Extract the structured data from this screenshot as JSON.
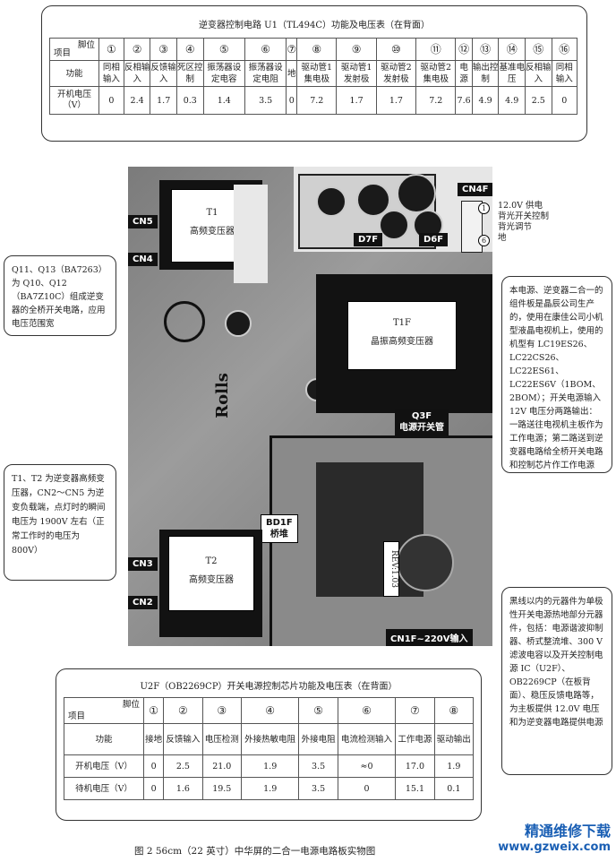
{
  "table1": {
    "title": "逆变器控制电路 U1（TL494C）功能及电压表（在背面）",
    "corner_top": "脚位",
    "corner_bottom": "项目",
    "pins": [
      "①",
      "②",
      "③",
      "④",
      "⑤",
      "⑥",
      "⑦",
      "⑧",
      "⑨",
      "⑩",
      "⑪",
      "⑫",
      "⑬",
      "⑭",
      "⑮",
      "⑯"
    ],
    "row1_label": "功能",
    "functions": [
      "同相输入",
      "反相输入",
      "反馈输入",
      "死区控制",
      "振荡器设定电容",
      "振荡器设定电阻",
      "地",
      "驱动管1集电极",
      "驱动管1发射极",
      "驱动管2发射极",
      "驱动管2集电极",
      "电源",
      "输出控制",
      "基准电压",
      "反相输入",
      "同相输入"
    ],
    "row2_label": "开机电压（V）",
    "voltages": [
      "0",
      "2.4",
      "1.7",
      "0.3",
      "1.4",
      "3.5",
      "0",
      "7.2",
      "1.7",
      "1.7",
      "7.2",
      "7.6",
      "4.9",
      "4.9",
      "2.5",
      "0"
    ]
  },
  "photo": {
    "t1": "T1",
    "t1_sub": "高频变压器",
    "t2": "T2",
    "t2_sub": "高频变压器",
    "t1f": "T1F",
    "t1f_sub": "晶振高频变压器",
    "cn5": "CN5",
    "cn4": "CN4",
    "cn3": "CN3",
    "cn2": "CN2",
    "cn4f": "CN4F",
    "d7f": "D7F",
    "d6f": "D6F",
    "q3f": "Q3F",
    "q3f_sub": "电源开关管",
    "bd1f": "BD1F",
    "bd1f_sub": "桥堆",
    "cn1f": "CN1F~220V输入",
    "rev": "REV:1.03",
    "rolls": "Rolls"
  },
  "cn4f_pins": {
    "p1": "1",
    "p6": "6",
    "labels": [
      "12.0V 供电",
      "背光开关控制",
      "背光调节",
      "地"
    ]
  },
  "notes": {
    "left_top": "Q11、Q13（BA7263）为 Q10、Q12（BA7Z10C）组成逆变器的全桥开关电路，应用电压范围宽",
    "left_mid": "T1、T2 为逆变器高频变压器，CN2～CN5 为逆变负载端，点灯时的瞬间电压为 1900V 左右（正常工作时的电压为 800V）",
    "right_top": "本电源、逆变器二合一的组件板是晶辰公司生产的，使用在康佳公司小机型液晶电视机上，使用的机型有 LC19ES26、LC22CS26、LC22ES61、LC22ES6V（1BOM、2BOM）；开关电源输入 12V 电压分两路输出：一路送往电视机主板作为工作电源；第二路送到逆变器电路给全桥开关电路和控制芯片作工作电源",
    "right_bottom": "黑线以内的元器件为单极性开关电源热地部分元器件，包括：电源谐波抑制器、桥式整流堆、300 V 滤波电容以及开关控制电源 IC（U2F）、OB2269CP（在板背面）、稳压反馈电路等，为主板提供 12.0V 电压和为逆变器电路提供电源"
  },
  "table2": {
    "title": "U2F（OB2269CP）开关电源控制芯片功能及电压表（在背面）",
    "corner_top": "脚位",
    "corner_bottom": "项目",
    "pins": [
      "①",
      "②",
      "③",
      "④",
      "⑤",
      "⑥",
      "⑦",
      "⑧"
    ],
    "row1_label": "功能",
    "functions": [
      "接地",
      "反馈输入",
      "电压检测",
      "外接热敏电阻",
      "外接电阻",
      "电流检测输入",
      "工作电源",
      "驱动输出"
    ],
    "row2_label": "开机电压（V）",
    "on_voltages": [
      "0",
      "2.5",
      "21.0",
      "1.9",
      "3.5",
      "≈0",
      "17.0",
      "1.9"
    ],
    "row3_label": "待机电压（V）",
    "standby_voltages": [
      "0",
      "1.6",
      "19.5",
      "1.9",
      "3.5",
      "0",
      "15.1",
      "0.1"
    ]
  },
  "caption": "图 2  56cm（22 英寸）中华屏的二合一电源电路板实物图",
  "watermark": {
    "name": "精通维修下载",
    "url": "www.gzweix.com"
  }
}
